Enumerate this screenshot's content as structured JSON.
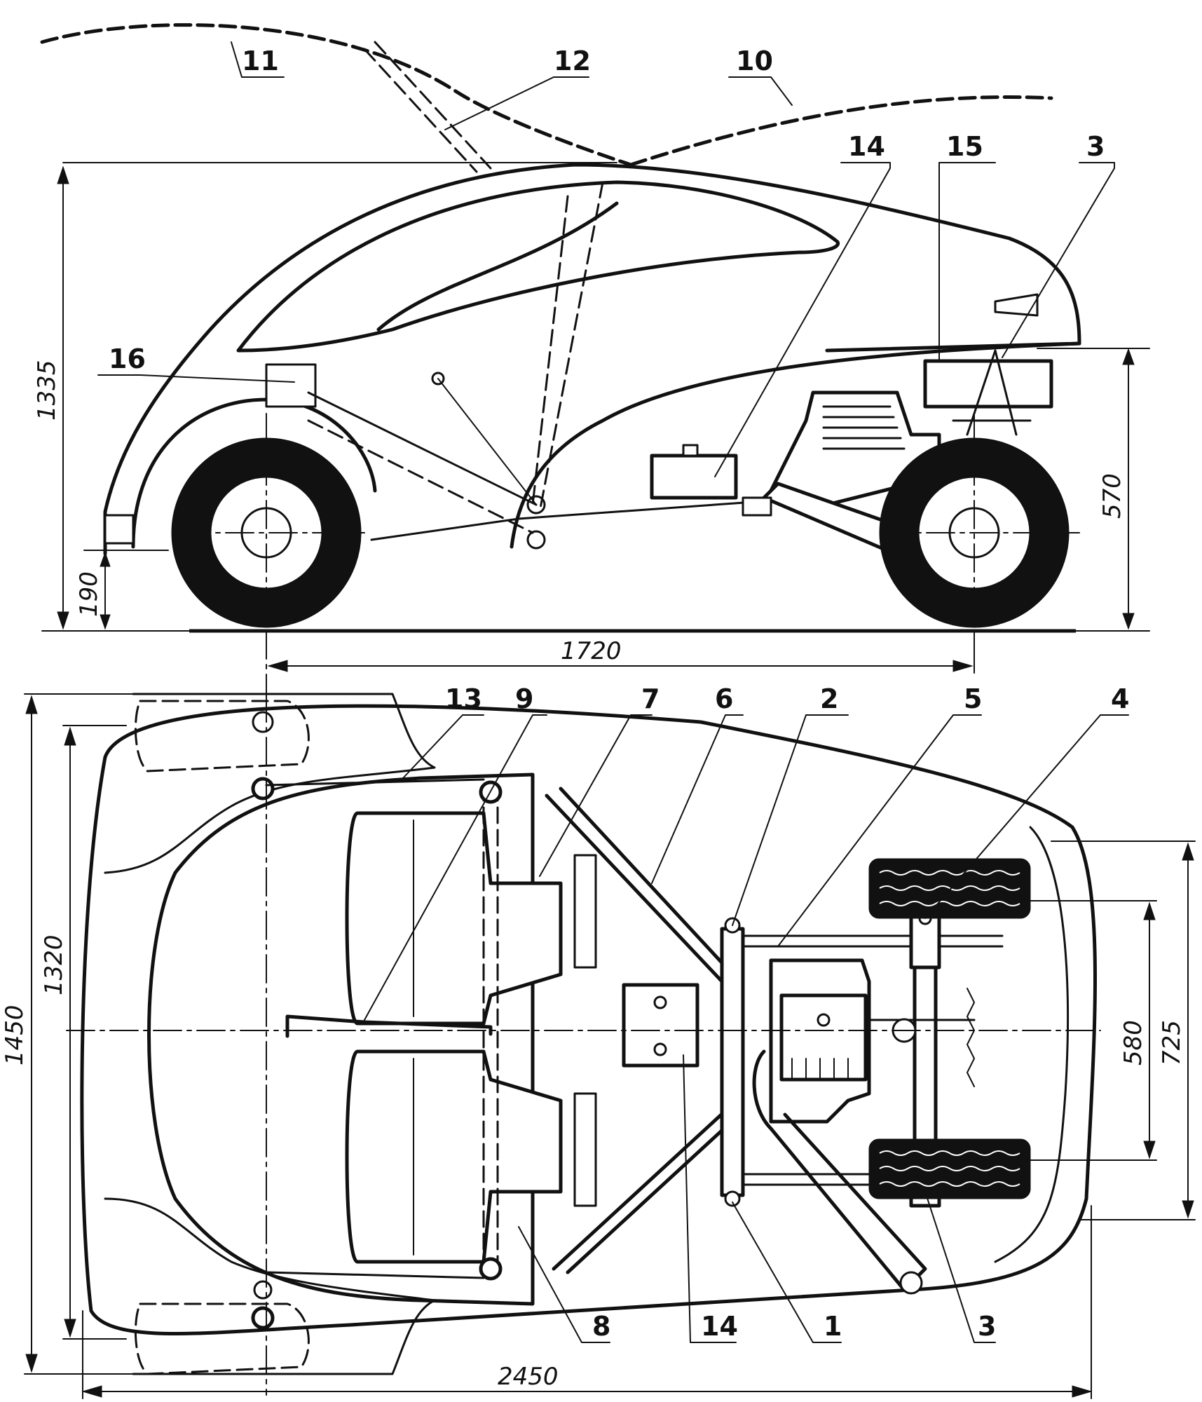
{
  "labels": {
    "l1": "1",
    "l2": "2",
    "l3_side": "3",
    "l3_top": "3",
    "l4": "4",
    "l5": "5",
    "l6": "6",
    "l7": "7",
    "l8": "8",
    "l9": "9",
    "l10": "10",
    "l11": "11",
    "l12": "12",
    "l13": "13",
    "l14_side": "14",
    "l14_top": "14",
    "l15": "15",
    "l16": "16"
  },
  "dimensions": {
    "height": "1335",
    "ground_clearance": "190",
    "rear_height": "570",
    "wheelbase": "1720",
    "width_overall": "1450",
    "width_body": "1320",
    "length_overall": "2450",
    "rear_track": "580",
    "rear_width": "725"
  }
}
